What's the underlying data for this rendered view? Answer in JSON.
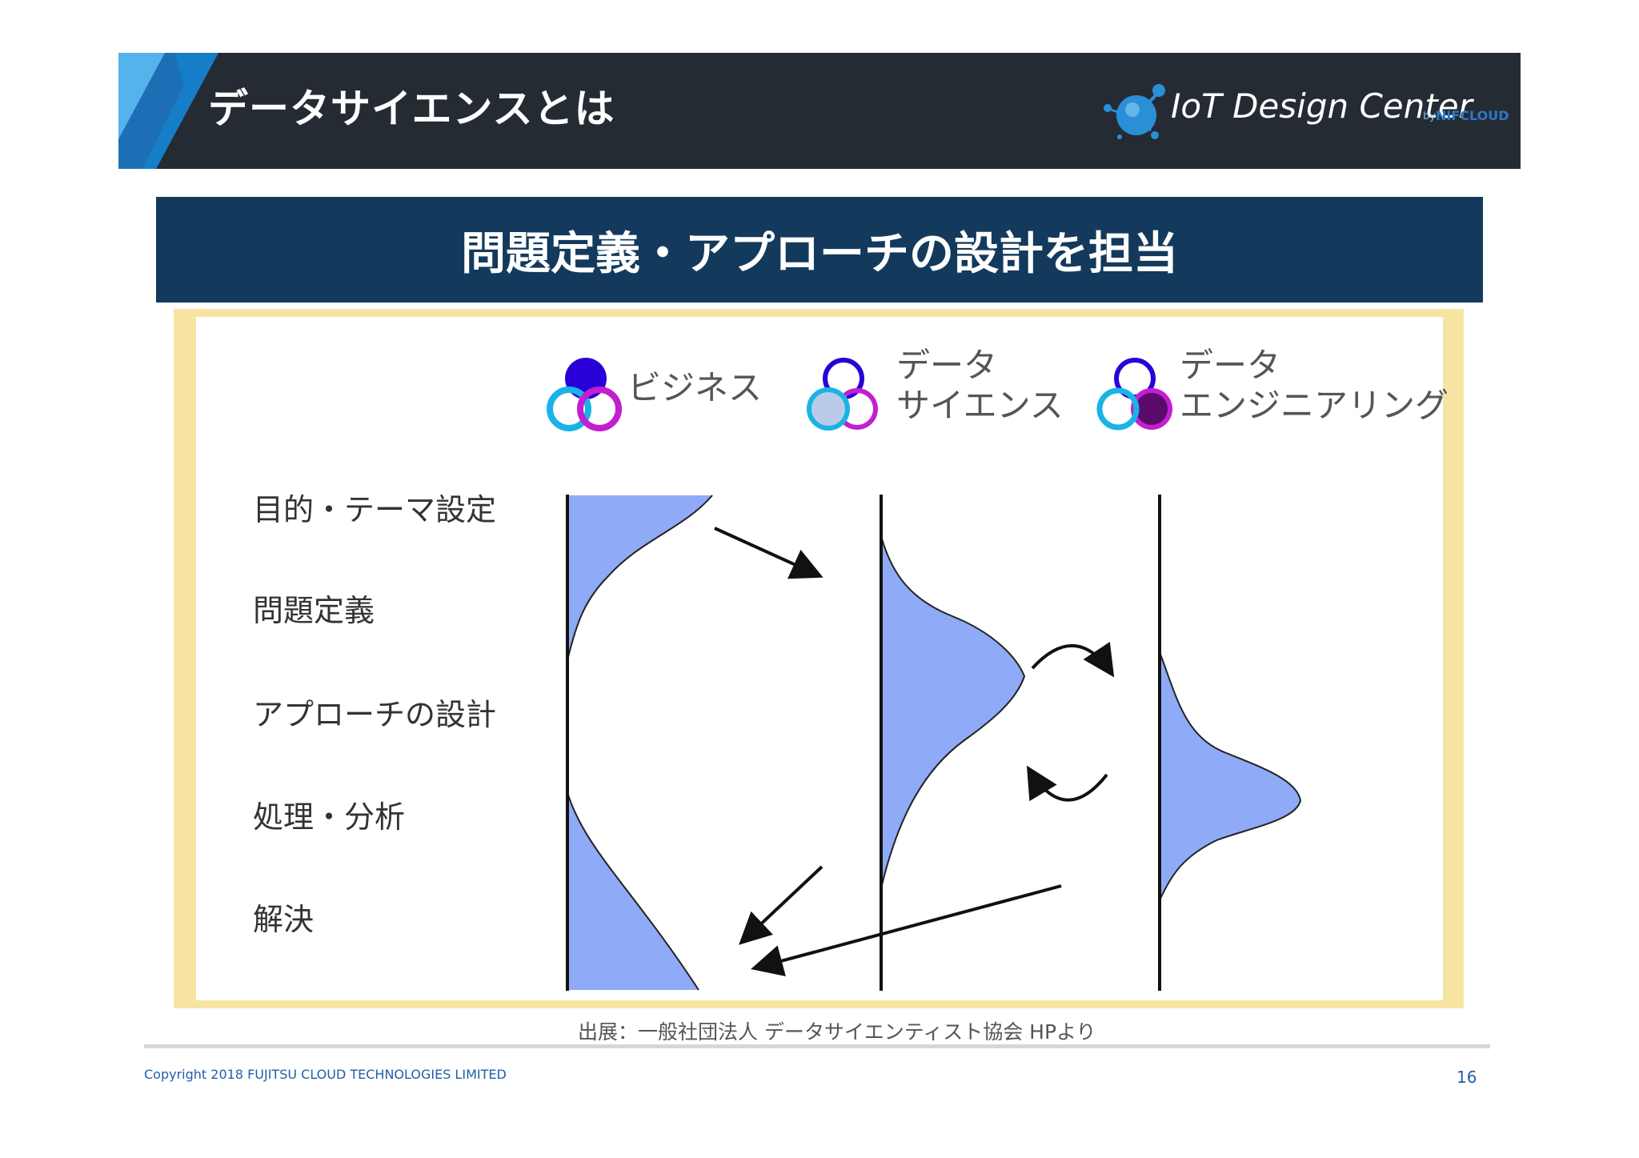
{
  "header": {
    "title": "データサイエンスとは"
  },
  "logo": {
    "name": "IoT Design Center",
    "by": "by",
    "brand": "NIFCLOUD"
  },
  "banner": {
    "title": "問題定義・アプローチの設計を担当"
  },
  "legend": [
    {
      "lines": [
        "ビジネス"
      ]
    },
    {
      "lines": [
        "データ",
        "サイエンス"
      ]
    },
    {
      "lines": [
        "データ",
        "エンジニアリング"
      ]
    }
  ],
  "rows": [
    "目的・テーマ設定",
    "問題定義",
    "アプローチの設計",
    "処理・分析",
    "解決"
  ],
  "source": "出展：一般社団法人 データサイエンティスト協会 HPより",
  "footer": {
    "copyright": "Copyright 2018 FUJITSU CLOUD TECHNOLOGIES LIMITED",
    "page": "16"
  },
  "colors": {
    "header_bg": "#252b33",
    "banner_bg": "#133a5c",
    "frame": "#f8e4a2",
    "distribution_fill": "#8faaf6",
    "circle_blue": "#2a00d8",
    "circle_cyan": "#19b4e6",
    "circle_magenta": "#c21fd0",
    "footer_text": "#1f5fa8"
  }
}
